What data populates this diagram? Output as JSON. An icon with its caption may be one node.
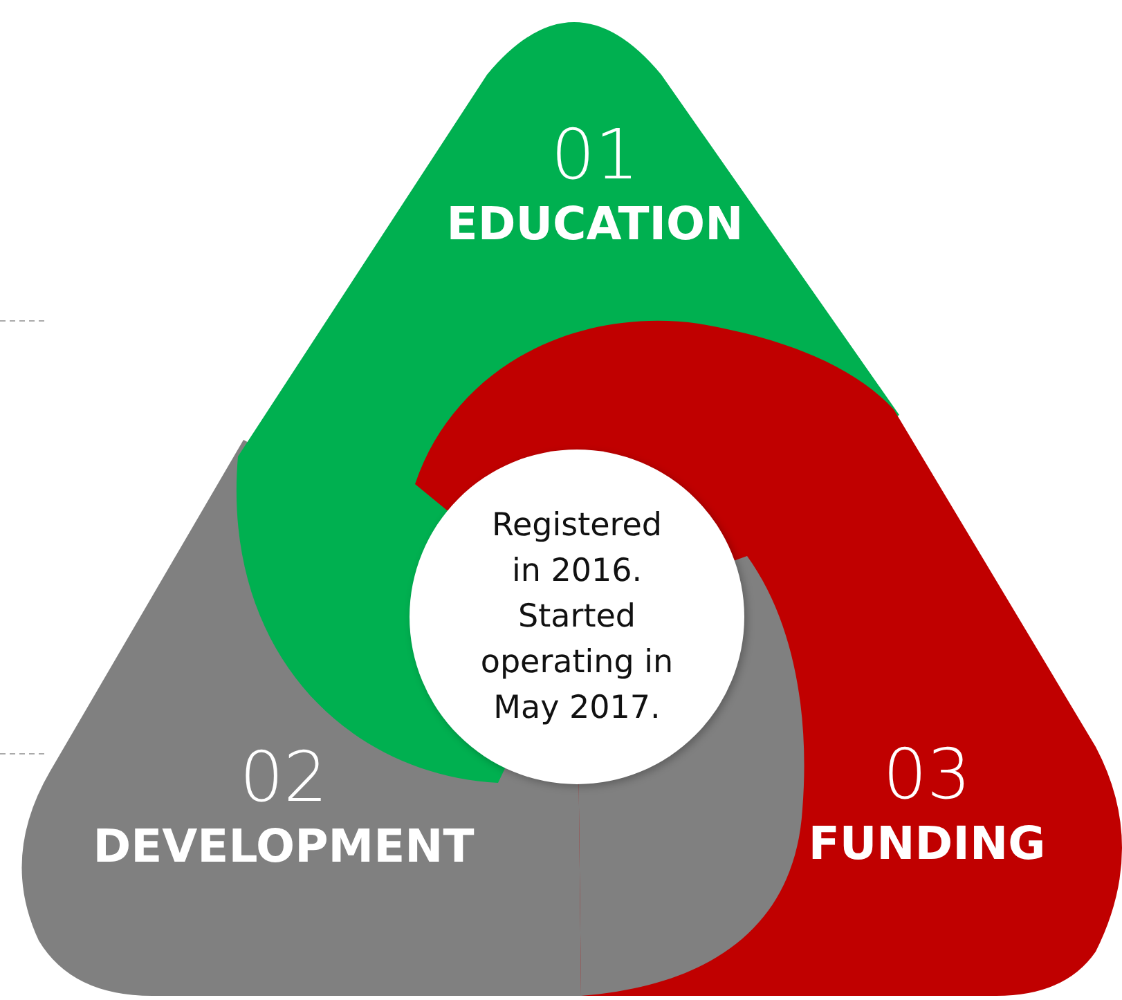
{
  "diagram": {
    "nodes": [
      {
        "text": [
          "01",
          "EDUCATION"
        ]
      },
      {
        "text": [
          "02",
          "DEVELOPMENT"
        ]
      },
      {
        "text": [
          "03",
          "FUNDING"
        ]
      },
      {
        "text": [
          "Registered in 2016. Started operating in May 2017."
        ]
      }
    ]
  }
}
